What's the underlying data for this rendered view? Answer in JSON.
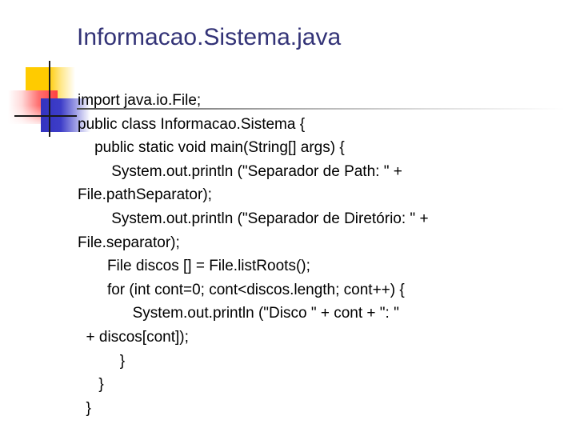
{
  "slide": {
    "title": "Informacao.Sistema.java",
    "background_color": "#FFFFFF",
    "title_color": "#333377",
    "body_color": "#000000"
  },
  "decoration": {
    "name": "blends-squares-motif",
    "yellow_color": "#FFCB00",
    "red_color": "#FF4040",
    "blue_color": "#3333BF",
    "line_color": "#1A1A1A",
    "rule_color": "#4D4D4D"
  },
  "code": {
    "language": "java",
    "lines": [
      "import java.io.File;",
      "public class Informacao.Sistema {",
      "    public static void main(String[] args) {",
      "        System.out.println (\"Separador de Path: \" +",
      "File.pathSeparator);",
      "        System.out.println (\"Separador de Diretório: \" +",
      "File.separator);",
      "       File discos [] = File.listRoots();",
      "       for (int cont=0; cont<discos.length; cont++) {",
      "             System.out.println (\"Disco \" + cont + \": \"",
      "  + discos[cont]);",
      "          }",
      "     }",
      "  }"
    ]
  }
}
